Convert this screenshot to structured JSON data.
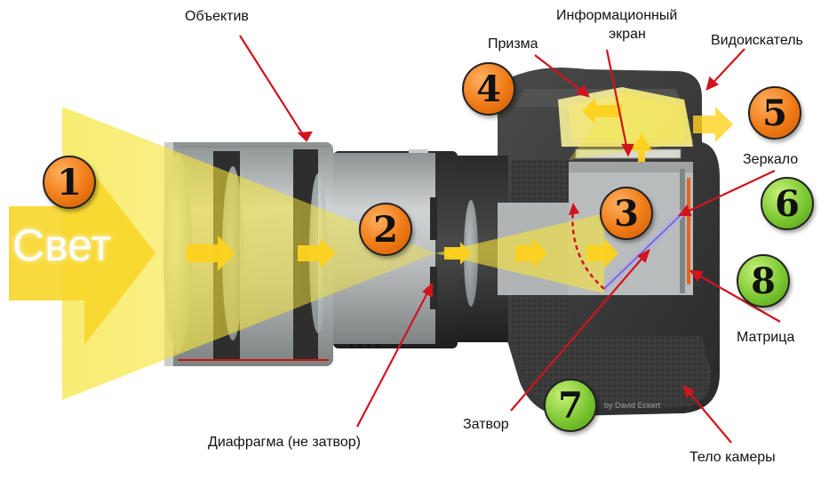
{
  "labels": {
    "lens": "Объектив",
    "info_screen_line1": "Информационный",
    "info_screen_line2": "экран",
    "prism": "Призма",
    "viewfinder": "Видоискатель",
    "mirror": "Зеркало",
    "sensor": "Матрица",
    "shutter": "Затвор",
    "aperture": "Диафрагма (не затвор)",
    "camera_body": "Тело камеры",
    "light": "Свет",
    "credit": "by David Eckert"
  },
  "markers": {
    "m1": "1",
    "m2": "2",
    "m3": "3",
    "m4": "4",
    "m5": "5",
    "m6": "6",
    "m7": "7",
    "m8": "8"
  },
  "colors": {
    "light_beam": "#f7e63c",
    "arrow_yellow": "#ffd21e",
    "body_dark": "#3a3a3a",
    "lens_grey": "#a8acad",
    "pointer_red": "#d0141e",
    "marker_orange": "#f07a16",
    "marker_green": "#7cc832",
    "mirror_purple": "#b4aee6"
  }
}
